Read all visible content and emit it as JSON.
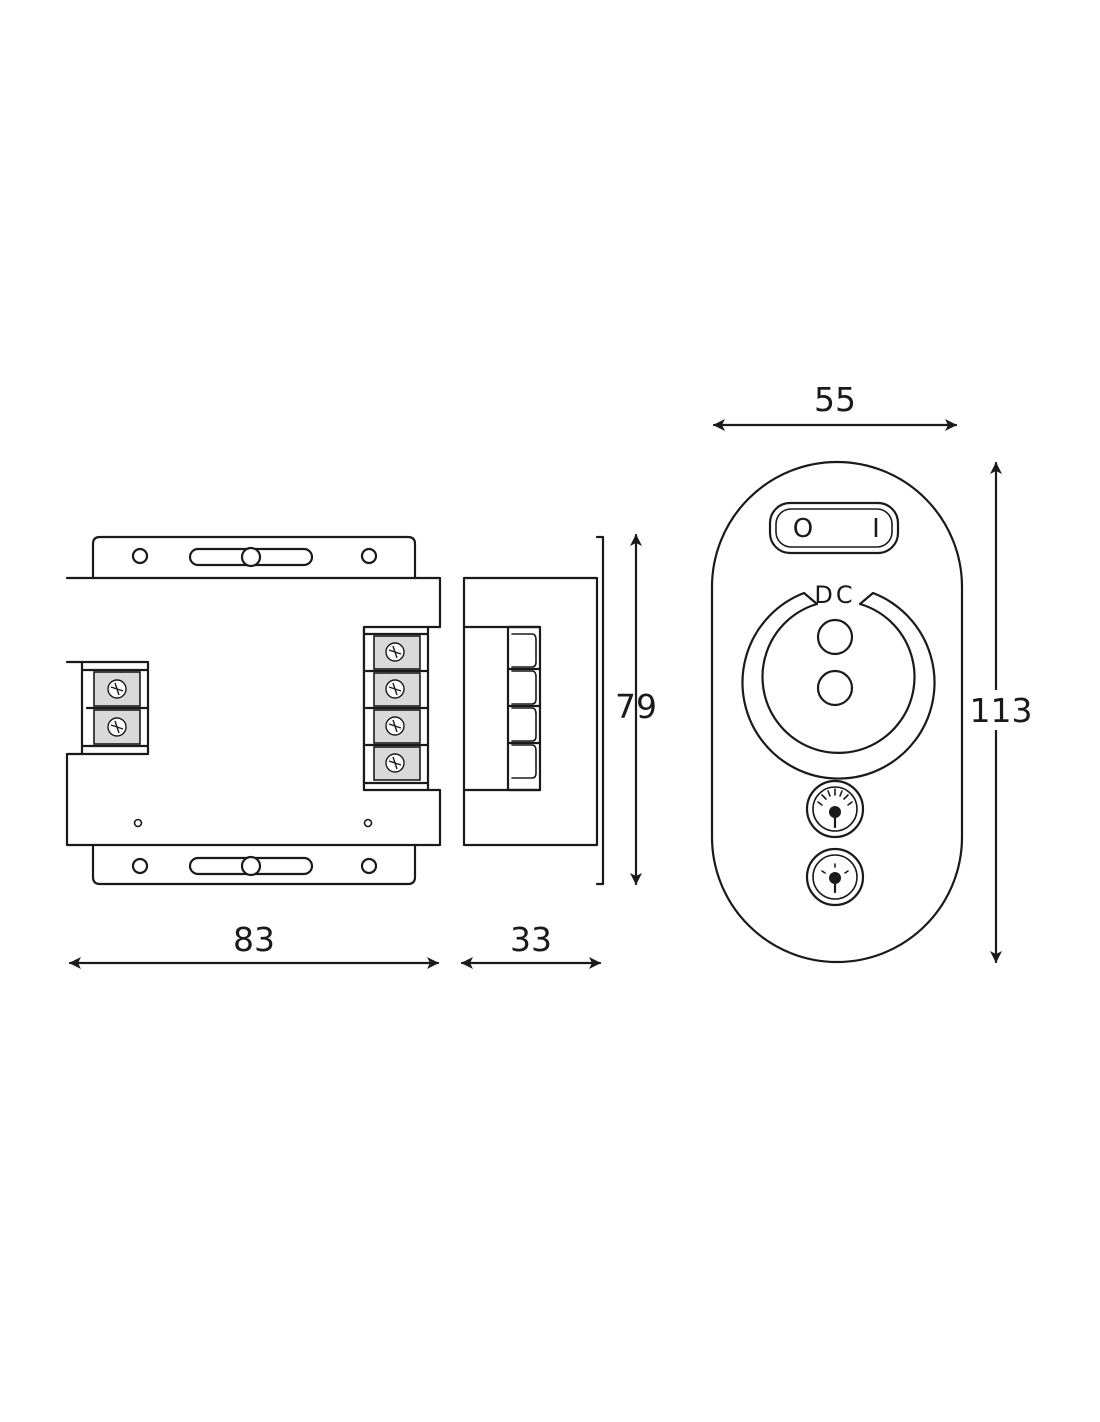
{
  "dimensions": {
    "controller_width": "83",
    "controller_depth": "33",
    "controller_height": "79",
    "remote_width": "55",
    "remote_height": "113"
  },
  "remote": {
    "button_label": "DC",
    "power_off_symbol": "O",
    "power_on_symbol": "I",
    "icons": [
      "power-toggle-icon",
      "brightness-up-icon",
      "brightness-down-icon"
    ]
  },
  "colors": {
    "line": "#1a1a1a",
    "terminal_fill": "#d9d9d9",
    "background": "#ffffff"
  }
}
